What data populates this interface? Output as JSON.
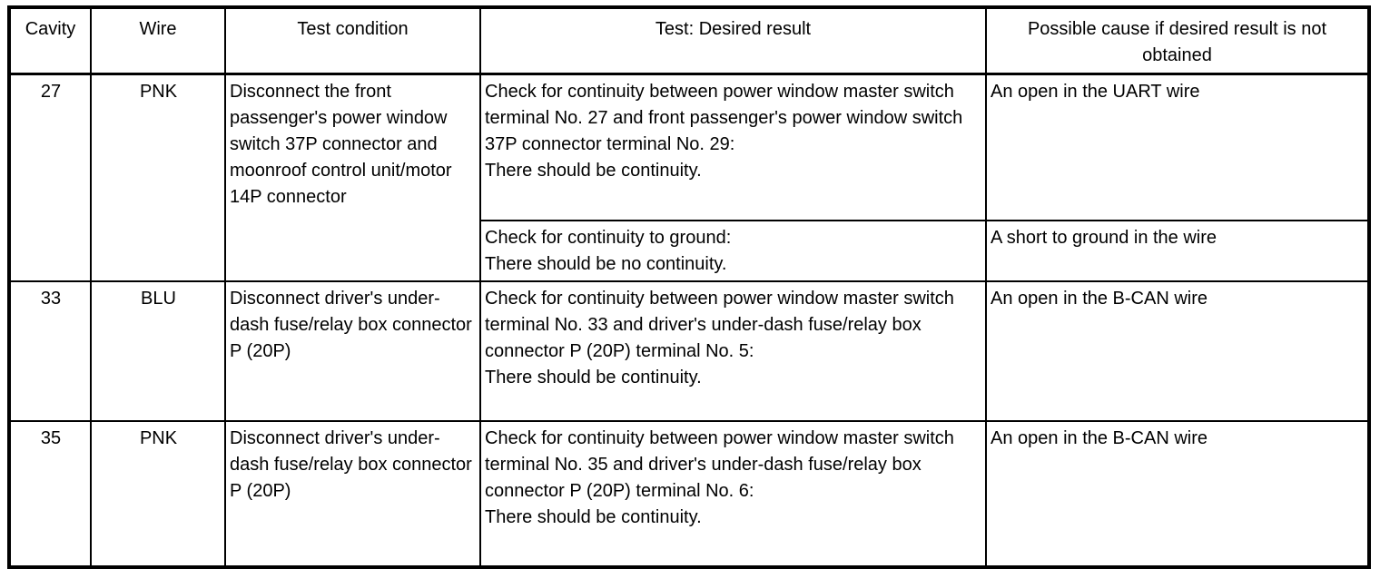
{
  "table": {
    "headers": [
      "Cavity",
      "Wire",
      "Test condition",
      "Test: Desired result",
      "Possible cause if desired result is not obtained"
    ],
    "rows": [
      {
        "cavity": "27",
        "wire": "PNK",
        "condition": "Disconnect the front passenger's power window switch 37P connector and moonroof control unit/motor 14P connector",
        "tests": [
          {
            "result": "Check for continuity between power window master switch terminal No. 27 and front passenger's power window switch 37P connector terminal No. 29:\nThere should be continuity.",
            "cause": "An open in the UART wire"
          },
          {
            "result": "Check for continuity to ground:\nThere should be no continuity.",
            "cause": "A short to ground in the wire"
          }
        ]
      },
      {
        "cavity": "33",
        "wire": "BLU",
        "condition": "Disconnect driver's under-dash fuse/relay box connector P (20P)",
        "tests": [
          {
            "result": "Check for continuity between power window master switch terminal No. 33 and driver's under-dash fuse/relay box connector P (20P) terminal No. 5:\nThere should be continuity.",
            "cause": "An open in the B-CAN wire"
          }
        ]
      },
      {
        "cavity": "35",
        "wire": "PNK",
        "condition": "Disconnect driver's under-dash fuse/relay box connector P (20P)",
        "tests": [
          {
            "result": "Check for continuity between power window master switch terminal No. 35 and driver's under-dash fuse/relay box connector P (20P) terminal No. 6:\nThere should be continuity.",
            "cause": "An open in the B-CAN wire"
          }
        ]
      }
    ]
  },
  "colors": {
    "border": "#000000",
    "background": "#ffffff",
    "text": "#000000"
  }
}
